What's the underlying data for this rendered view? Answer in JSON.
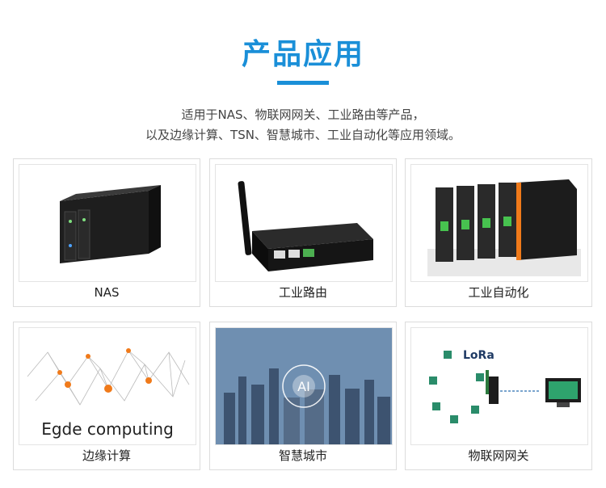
{
  "header": {
    "title": "产品应用"
  },
  "intro": {
    "line1": "适用于NAS、物联网网关、工业路由等产品，",
    "line2": "以及边缘计算、TSN、智慧城市、工业自动化等应用领域。"
  },
  "cards": [
    {
      "label": "NAS",
      "icon": "nas-device"
    },
    {
      "label": "工业路由",
      "icon": "router-device"
    },
    {
      "label": "工业自动化",
      "icon": "plc-modules"
    },
    {
      "label": "边缘计算",
      "icon": "edge-network",
      "image_text": "Egde computing"
    },
    {
      "label": "智慧城市",
      "icon": "smart-city",
      "image_text": "AI"
    },
    {
      "label": "物联网网关",
      "icon": "iot-gateway",
      "image_text": "LoRa"
    }
  ],
  "colors": {
    "accent": "#1a8fd8"
  }
}
